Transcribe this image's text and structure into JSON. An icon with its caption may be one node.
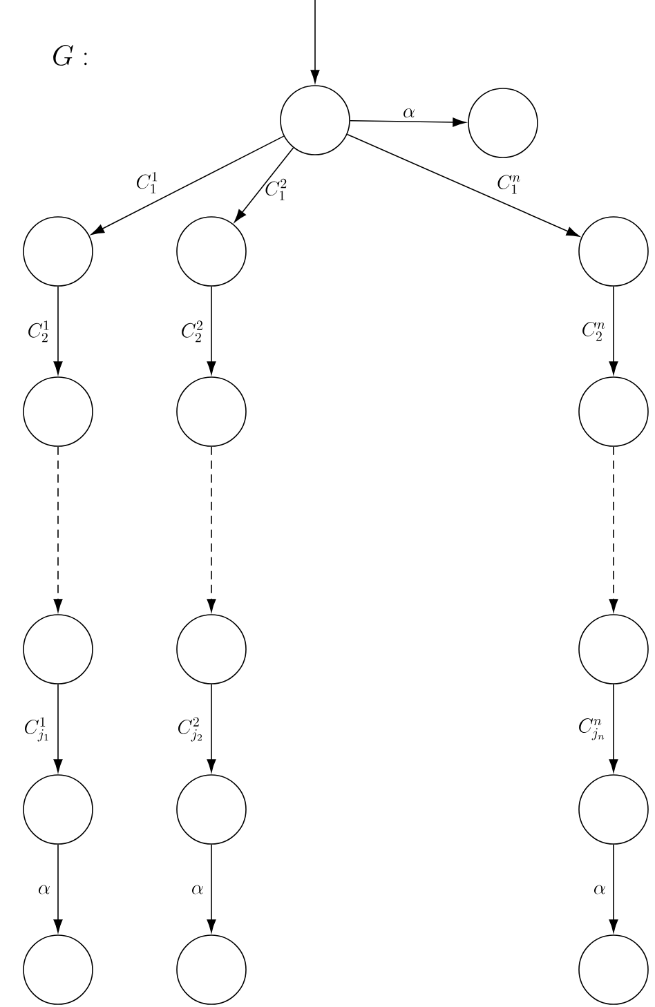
{
  "diagram": {
    "title": "G :",
    "nodes": [
      {
        "text": [],
        "shape": "circle"
      },
      {
        "text": [],
        "shape": "circle"
      },
      {
        "text": [],
        "shape": "circle"
      },
      {
        "text": [],
        "shape": "circle"
      },
      {
        "text": [],
        "shape": "circle"
      },
      {
        "text": [],
        "shape": "circle"
      },
      {
        "text": [],
        "shape": "circle"
      },
      {
        "text": [],
        "shape": "circle"
      },
      {
        "text": [],
        "shape": "circle"
      },
      {
        "text": [],
        "shape": "circle"
      },
      {
        "text": [],
        "shape": "circle"
      },
      {
        "text": [],
        "shape": "circle"
      },
      {
        "text": [],
        "shape": "circle"
      },
      {
        "text": [],
        "shape": "circle"
      },
      {
        "text": [],
        "shape": "circle"
      },
      {
        "text": [],
        "shape": "circle"
      },
      {
        "text": [],
        "shape": "circle"
      }
    ],
    "edges": [
      {
        "from": null,
        "to": 0,
        "arrow": "to"
      },
      {
        "from": 0,
        "to": 1,
        "arrow": "to",
        "label": "\\alpha"
      },
      {
        "from": 0,
        "to": 2,
        "arrow": "to",
        "label": "C^1_1"
      },
      {
        "from": 0,
        "to": 3,
        "arrow": "to",
        "label": "C^2_1"
      },
      {
        "from": 0,
        "to": 4,
        "arrow": "to",
        "label": "C^n_1"
      },
      {
        "from": 2,
        "to": 5,
        "arrow": "to",
        "label": "C^1_2"
      },
      {
        "from": 3,
        "to": 6,
        "arrow": "to",
        "label": "C^2_2"
      },
      {
        "from": 4,
        "to": 7,
        "arrow": "to",
        "label": "C^n_2"
      },
      {
        "from": 5,
        "to": 8,
        "arrow": "to",
        "style": "dashed"
      },
      {
        "from": 6,
        "to": 9,
        "arrow": "to",
        "style": "dashed"
      },
      {
        "from": 7,
        "to": 10,
        "arrow": "to",
        "style": "dashed"
      },
      {
        "from": 8,
        "to": 11,
        "arrow": "to",
        "label": "C^1_{j_1}"
      },
      {
        "from": 9,
        "to": 12,
        "arrow": "to",
        "label": "C^2_{j_2}"
      },
      {
        "from": 10,
        "to": 13,
        "arrow": "to",
        "label": "C^n_{j_n}"
      },
      {
        "from": 11,
        "to": 14,
        "arrow": "to",
        "label": "\\alpha"
      },
      {
        "from": 12,
        "to": 15,
        "arrow": "to",
        "label": "\\alpha"
      },
      {
        "from": 13,
        "to": 16,
        "arrow": "to",
        "label": "\\alpha"
      }
    ]
  }
}
